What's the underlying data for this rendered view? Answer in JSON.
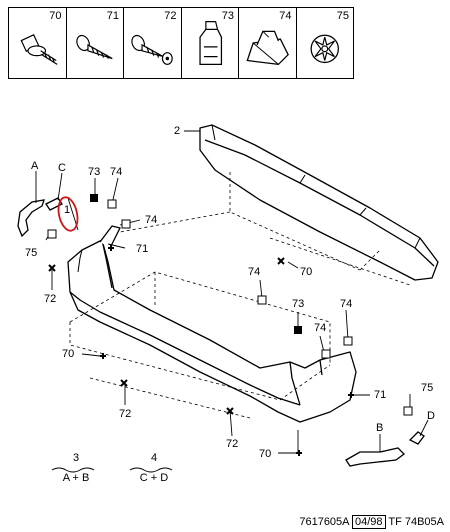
{
  "legend": [
    {
      "num": "70",
      "icon": "bolt-with-washer-icon"
    },
    {
      "num": "71",
      "icon": "screw-icon"
    },
    {
      "num": "72",
      "icon": "screw-with-washer-icon"
    },
    {
      "num": "73",
      "icon": "clip-icon"
    },
    {
      "num": "74",
      "icon": "push-nut-icon"
    },
    {
      "num": "75",
      "icon": "star-washer-icon"
    }
  ],
  "callouts": {
    "a": "A",
    "c": "C",
    "b": "B",
    "d": "D",
    "p1": "1",
    "p2": "2",
    "n73a": "73",
    "n74a": "74",
    "n74b": "74",
    "n71a": "71",
    "n75a": "75",
    "n72a": "72",
    "n70a": "70",
    "n74c": "74",
    "n73b": "73",
    "n74d": "74",
    "n74e": "74",
    "n70b": "70",
    "n72b": "72",
    "n71b": "71",
    "n72c": "72",
    "n75b": "75",
    "n70c": "70"
  },
  "notes": [
    {
      "num": "3",
      "parts": "A + B"
    },
    {
      "num": "4",
      "parts": "C + D"
    }
  ],
  "footer": {
    "ref": "7617605A",
    "date": "04/98",
    "code": "TF 74B05A"
  },
  "colors": {
    "highlight": "#d01414"
  }
}
